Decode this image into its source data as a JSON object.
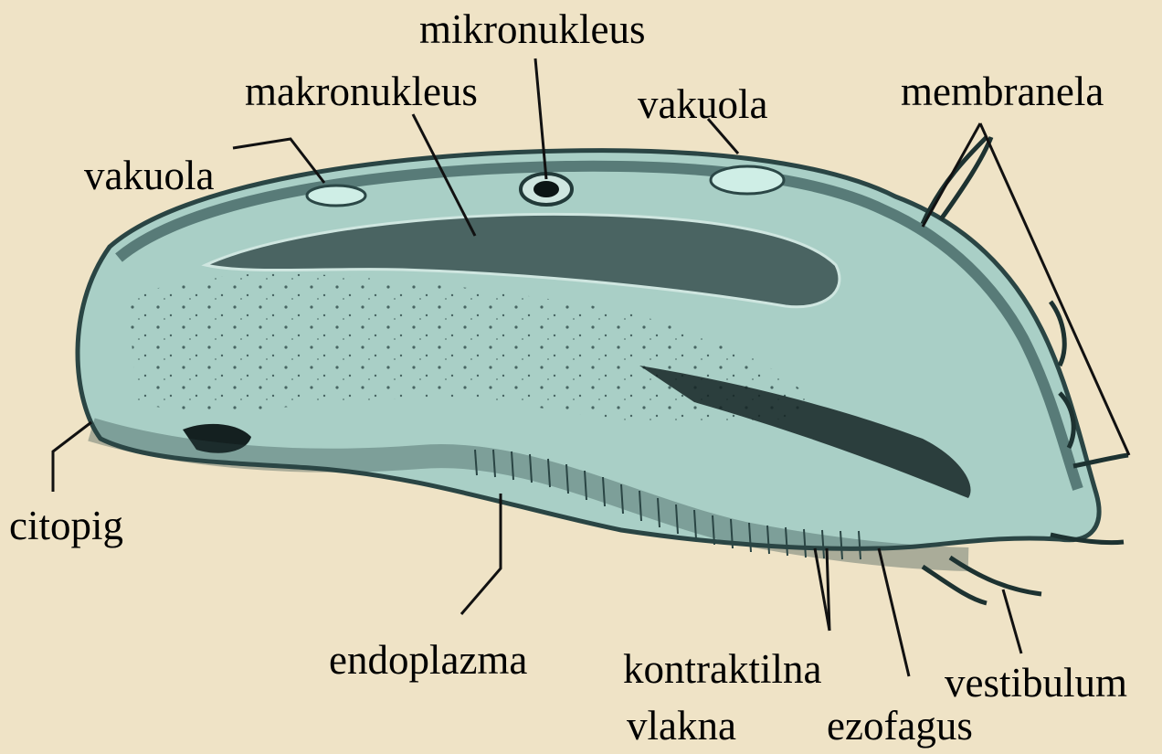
{
  "diagram": {
    "background_color": "#efe3c6",
    "body_color": "#a9cfc6",
    "labels": {
      "mikronukleus": "mikronukleus",
      "makronukleus": "makronukleus",
      "vakuola_top": "vakuola",
      "vakuola_left": "vakuola",
      "membranela": "membranela",
      "citopig": "citopig",
      "endoplazma": "endoplazma",
      "kontraktilna": "kontraktilna",
      "vlakna": "vlakna",
      "ezofagus": "ezofagus",
      "vestibulum": "vestibulum"
    }
  }
}
